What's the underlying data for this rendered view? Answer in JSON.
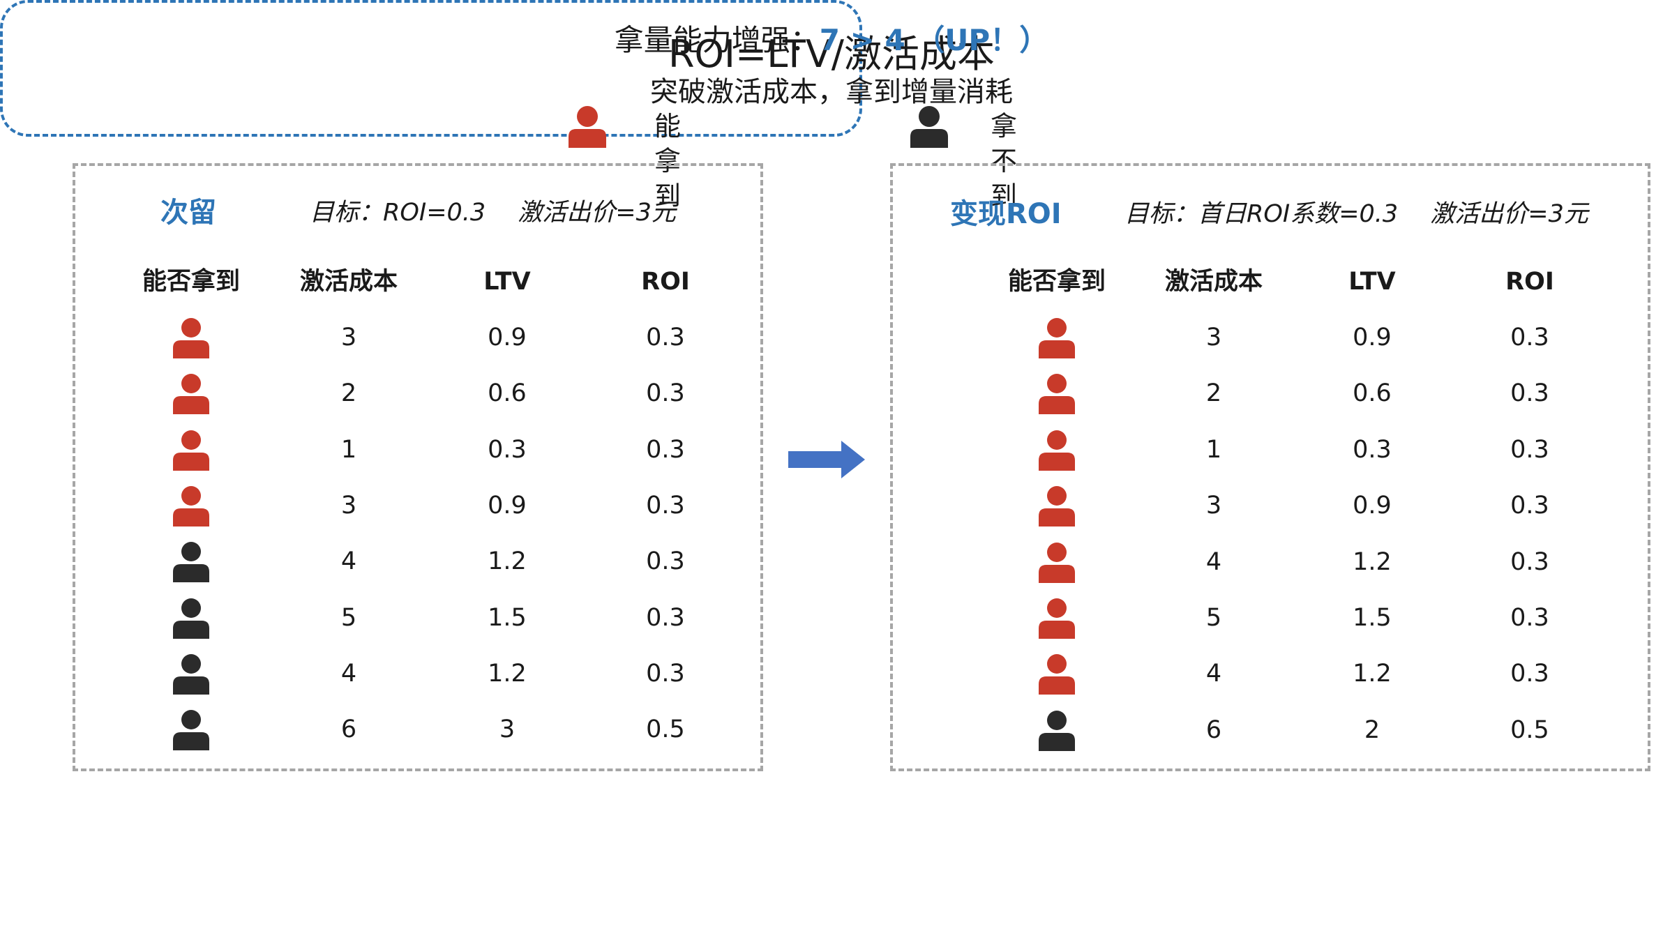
{
  "title": "ROI=LTV/激活成本",
  "legend": {
    "got": {
      "label": "能拿到",
      "icon": "person-icon",
      "color": "#c83a2a"
    },
    "missed": {
      "label": "拿不到",
      "icon": "person-icon",
      "color": "#2b2b2b"
    }
  },
  "columns": [
    "能否拿到",
    "激活成本",
    "LTV",
    "ROI"
  ],
  "left_panel": {
    "title": "次留",
    "goal": "目标：ROI=0.3　 激活出价=3元",
    "rows": [
      {
        "got": true,
        "cost": "3",
        "ltv": "0.9",
        "roi": "0.3"
      },
      {
        "got": true,
        "cost": "2",
        "ltv": "0.6",
        "roi": "0.3"
      },
      {
        "got": true,
        "cost": "1",
        "ltv": "0.3",
        "roi": "0.3"
      },
      {
        "got": true,
        "cost": "3",
        "ltv": "0.9",
        "roi": "0.3"
      },
      {
        "got": false,
        "cost": "4",
        "ltv": "1.2",
        "roi": "0.3"
      },
      {
        "got": false,
        "cost": "5",
        "ltv": "1.5",
        "roi": "0.3"
      },
      {
        "got": false,
        "cost": "4",
        "ltv": "1.2",
        "roi": "0.3"
      },
      {
        "got": false,
        "cost": "6",
        "ltv": "3",
        "roi": "0.5"
      }
    ]
  },
  "right_panel": {
    "title": "变现ROI",
    "goal": "目标：首日ROI系数=0.3　 激活出价=3元",
    "rows": [
      {
        "got": true,
        "cost": "3",
        "ltv": "0.9",
        "roi": "0.3"
      },
      {
        "got": true,
        "cost": "2",
        "ltv": "0.6",
        "roi": "0.3"
      },
      {
        "got": true,
        "cost": "1",
        "ltv": "0.3",
        "roi": "0.3"
      },
      {
        "got": true,
        "cost": "3",
        "ltv": "0.9",
        "roi": "0.3"
      },
      {
        "got": true,
        "cost": "4",
        "ltv": "1.2",
        "roi": "0.3"
      },
      {
        "got": true,
        "cost": "5",
        "ltv": "1.5",
        "roi": "0.3"
      },
      {
        "got": true,
        "cost": "4",
        "ltv": "1.2",
        "roi": "0.3"
      },
      {
        "got": false,
        "cost": "6",
        "ltv": "2",
        "roi": "0.5"
      }
    ]
  },
  "arrow": {
    "icon": "arrow-right-icon",
    "color": "#4472c4"
  },
  "summary": {
    "prefix": "拿量能力增强：",
    "highlight": "7 > 4 （UP！）",
    "line2": "突破激活成本，拿到增量消耗",
    "highlight_color": "#2e75b6"
  }
}
